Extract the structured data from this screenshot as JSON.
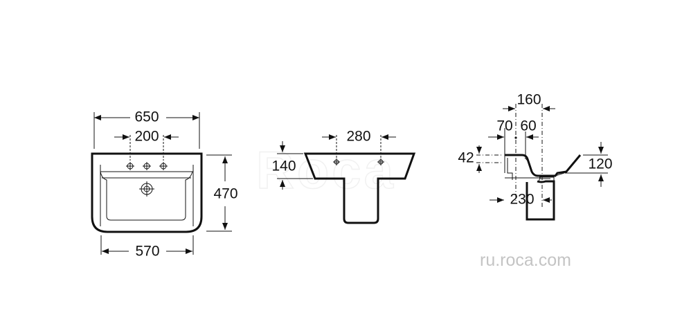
{
  "watermark": "Roca",
  "website": "ru.roca.com",
  "front_view": {
    "width_overall": "650",
    "tap_spacing": "200",
    "depth": "470",
    "width_base": "570"
  },
  "side_view": {
    "tap_spacing": "280",
    "height": "140"
  },
  "section_view": {
    "dim_top": "160",
    "dim_left": "70",
    "dim_mid": "60",
    "dim_rim": "42",
    "dim_height": "120",
    "dim_pedestal": "230"
  }
}
